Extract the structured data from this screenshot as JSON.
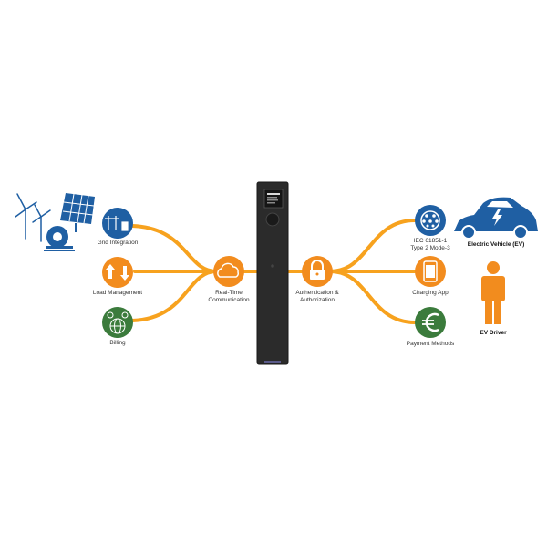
{
  "colors": {
    "blue": "#1f5fa3",
    "orange": "#f28c1e",
    "green": "#3b7b3c",
    "curve": "#f7a21e",
    "charger": "#2b2b2b"
  },
  "left_nodes": [
    {
      "label": "Grid Integration",
      "icon": "power-grid-icon",
      "color": "blue"
    },
    {
      "label": "Load Management",
      "icon": "load-arrows-icon",
      "color": "orange"
    },
    {
      "label": "Billing",
      "icon": "billing-globe-icon",
      "color": "green"
    }
  ],
  "hubs": {
    "left": {
      "label_line1": "Real-Time",
      "label_line2": "Communication",
      "icon": "cloud-icon"
    },
    "right": {
      "label_line1": "Authentication &",
      "label_line2": "Authorization",
      "icon": "padlock-icon"
    }
  },
  "right_nodes": [
    {
      "label_line1": "IEC 61851-1",
      "label_line2": "Type 2 Mode-3",
      "icon": "type2-plug-icon",
      "color": "blue"
    },
    {
      "label_line1": "Charging App",
      "label_line2": "",
      "icon": "smartphone-icon",
      "color": "orange"
    },
    {
      "label_line1": "Payment Methods",
      "label_line2": "",
      "icon": "euro-icon",
      "color": "green"
    }
  ],
  "actors": {
    "ev": {
      "label": "Electric Vehicle (EV)",
      "icon": "electric-car-icon"
    },
    "driver": {
      "label": "EV Driver",
      "icon": "person-icon"
    }
  },
  "renewables_icon": "renewable-energy-icon",
  "charger_icon": "charging-station-icon"
}
